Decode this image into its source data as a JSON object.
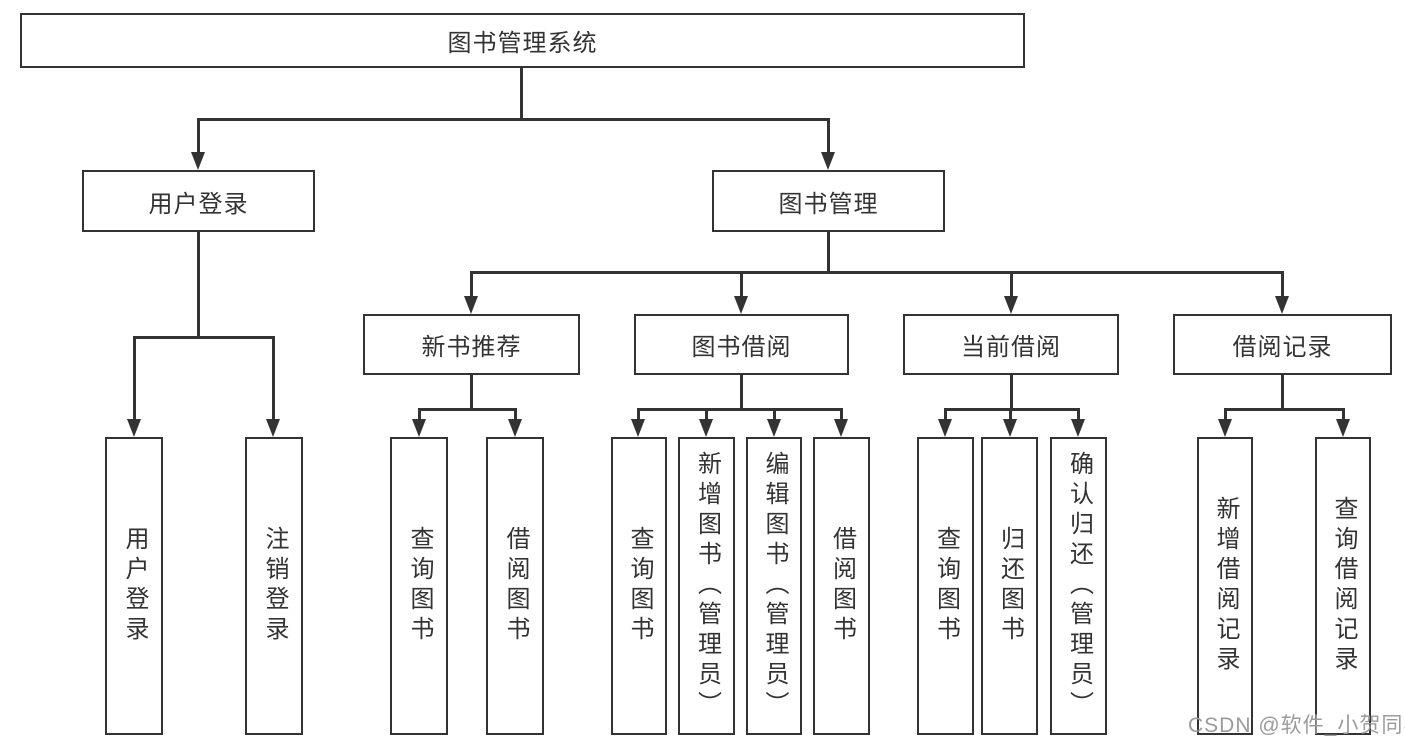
{
  "title": "图书管理系统",
  "nodes": {
    "user_login": "用户登录",
    "book_mgmt": "图书管理",
    "new_book_rec": "新书推荐",
    "book_borrow": "图书借阅",
    "current_borrow": "当前借阅",
    "borrow_records": "借阅记录",
    "ul_user_login": "用户登录",
    "ul_logout": "注销登录",
    "nb_query_book": "查询图书",
    "nb_borrow_book": "借阅图书",
    "bb_query_book": "查询图书",
    "bb_add_book": "新增图书（管理员）",
    "bb_edit_book": "编辑图书（管理员）",
    "bb_borrow_book": "借阅图书",
    "cb_query_book": "查询图书",
    "cb_return_book": "归还图书",
    "cb_confirm_return": "确认归还（管理员）",
    "br_add_record": "新增借阅记录",
    "br_query_record": "查询借阅记录"
  },
  "watermark": "CSDN @软件_小贺同学",
  "colors": {
    "line": "#333333",
    "watermark_text": "#9b9b9e",
    "background": "#ffffff"
  }
}
